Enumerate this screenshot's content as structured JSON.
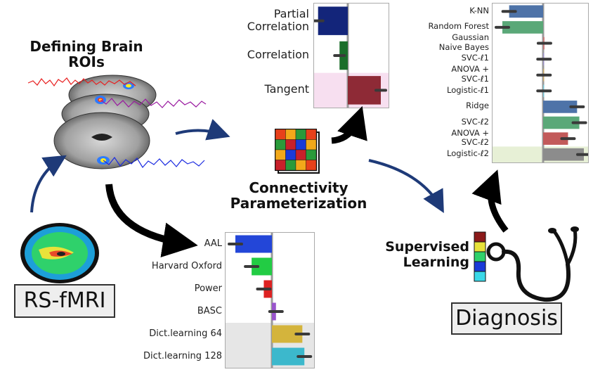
{
  "titles": {
    "defining_rois": [
      "Defining Brain",
      "ROIs"
    ],
    "connectivity": [
      "Connectivity",
      "Parameterization"
    ],
    "supervised": [
      "Supervised",
      "Learning"
    ]
  },
  "boxes": {
    "rsfmri": "RS-fMRI",
    "diagnosis": "Diagnosis"
  },
  "chart_data": [
    {
      "type": "bar",
      "panel": "roi-definition",
      "orientation": "horizontal",
      "categories": [
        "AAL",
        "Harvard Oxford",
        "Power",
        "BASC",
        "Dict.learning 64",
        "Dict.learning 128"
      ],
      "values": [
        -0.9,
        -0.5,
        -0.2,
        0.1,
        0.75,
        0.8
      ],
      "colors": [
        "#2346d8",
        "#22cc44",
        "#dd2222",
        "#9955cc",
        "#d4b43c",
        "#3cb8cc"
      ],
      "highlight_rows": [
        4,
        5
      ],
      "highlight_color": "#e6e6e6",
      "grid": false
    },
    {
      "type": "bar",
      "panel": "connectivity",
      "orientation": "horizontal",
      "categories": [
        "Partial\nCorrelation",
        "Correlation",
        "Tangent"
      ],
      "values": [
        -0.9,
        -0.25,
        1.0
      ],
      "colors": [
        "#13257a",
        "#1a6e2a",
        "#8e2a36"
      ],
      "highlight_rows": [
        2
      ],
      "highlight_color": "#f7dff0",
      "grid": false
    },
    {
      "type": "bar",
      "panel": "classifier",
      "orientation": "horizontal",
      "categories": [
        "K-NN",
        "Random Forest",
        "Gaussian\nNaive Bayes",
        "SVC-ℓ1",
        "ANOVA +\nSVC-ℓ1",
        "Logistic-ℓ1",
        "Ridge",
        "SVC-ℓ2",
        "ANOVA +\nSVC-ℓ2",
        "Logistic-ℓ2"
      ],
      "values": [
        -0.75,
        -0.9,
        0.03,
        0.02,
        0.02,
        0.02,
        0.75,
        0.8,
        0.55,
        0.9
      ],
      "colors": [
        "#4e73a8",
        "#5aa878",
        "#cc7a7a",
        "#9c92c6",
        "#c9aa6a",
        "#7ac6d6",
        "#4e73a8",
        "#5aa878",
        "#c25a5a",
        "#8c8c8c"
      ],
      "highlight_rows": [
        9
      ],
      "highlight_color": "#e7f0d6",
      "grid": false
    }
  ]
}
